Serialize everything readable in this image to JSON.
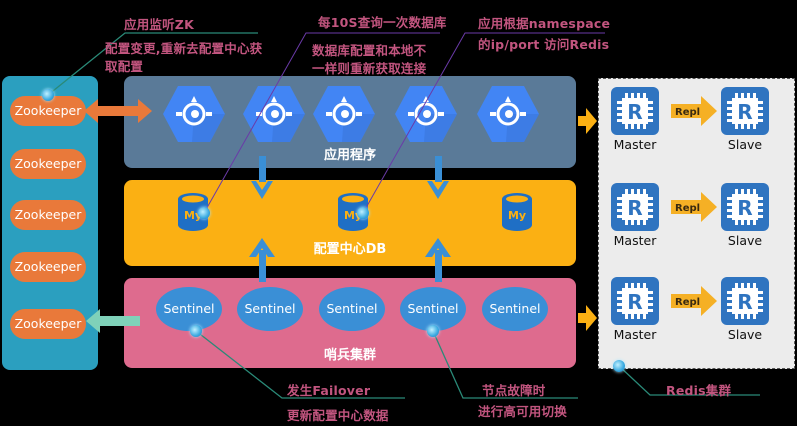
{
  "zookeeper": {
    "nodes": [
      "Zookeeper",
      "Zookeeper",
      "Zookeeper",
      "Zookeeper",
      "Zookeeper"
    ]
  },
  "app_layer": {
    "label": "应用程序",
    "node_count": 5,
    "icon": "app-engine-hexagon-icon"
  },
  "db_layer": {
    "label": "配置中心DB",
    "db_icon_text": [
      "My",
      "My",
      "My"
    ],
    "icon": "mysql-database-icon"
  },
  "sentinel_layer": {
    "label": "哨兵集群",
    "nodes": [
      "Sentinel",
      "Sentinel",
      "Sentinel",
      "Sentinel",
      "Sentinel"
    ]
  },
  "redis_cluster": {
    "label": "Redis集群",
    "pairs": [
      {
        "master": "Master",
        "slave": "Slave",
        "repl": "Repl",
        "icon_letter": "R"
      },
      {
        "master": "Master",
        "slave": "Slave",
        "repl": "Repl",
        "icon_letter": "R"
      },
      {
        "master": "Master",
        "slave": "Slave",
        "repl": "Repl",
        "icon_letter": "R"
      }
    ]
  },
  "annotations": {
    "zk_watch": "应用监听ZK",
    "zk_change_1": "配置变更,重新去配置中心获",
    "zk_change_2": "取配置",
    "poll": "每10S查询一次数据库",
    "db_diff_1": "数据库配置和本地不",
    "db_diff_2": "一样则重新获取连接",
    "ns_1": "应用根据namespace",
    "ns_2": "的ip/port 访问Redis",
    "failover_1": "发生Failover",
    "failover_2": "更新配置中心数据",
    "node_fail_1": "节点故障时",
    "node_fail_2": "进行高可用切换"
  },
  "colors": {
    "zk_panel": "#2b9fbf",
    "zk_node": "#e9793a",
    "app_panel": "#5a7a98",
    "db_panel": "#fbb013",
    "sentinel_panel": "#de6b8e",
    "sentinel_node": "#3a8fd6",
    "hex_icon": "#4285f4",
    "redis_icon": "#2f74c0",
    "annotation_text": "#c2557f",
    "flow_arrow": "#3a8fd6",
    "repl_arrow": "#f5b025"
  }
}
